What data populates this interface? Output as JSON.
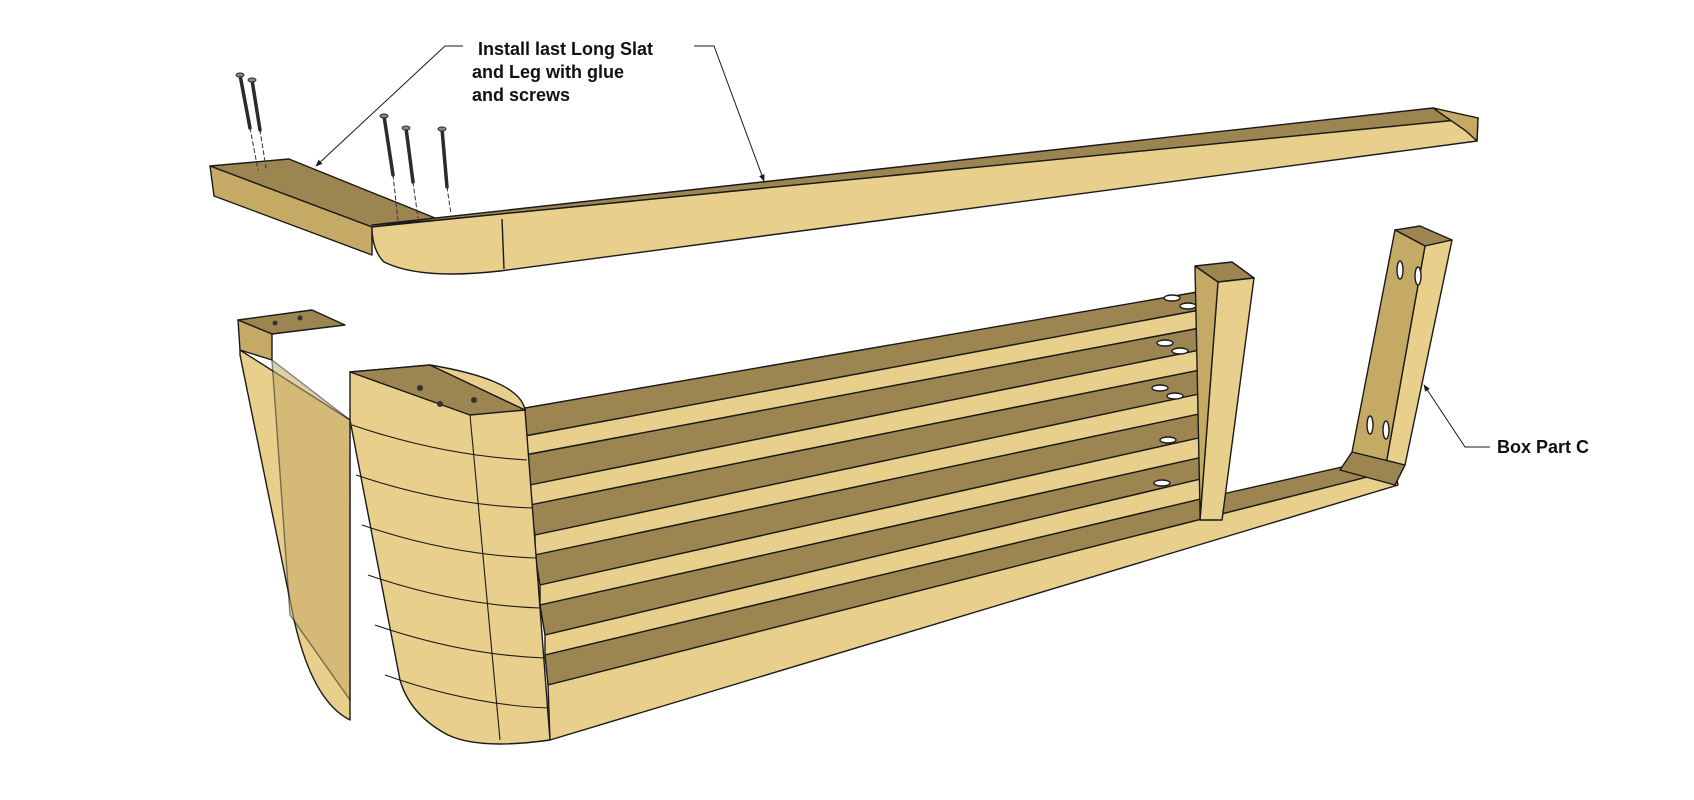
{
  "diagram": {
    "annotations": {
      "install_note": {
        "line1": "Install last Long Slat",
        "line2": "and Leg with glue",
        "line3": "and screws"
      },
      "box_part": {
        "label": "Box Part C"
      }
    },
    "colors": {
      "wood_top": "#9C8551",
      "wood_face": "#E9CF8C",
      "wood_end": "#C5AA66",
      "wood_dark": "#7E6A3E",
      "outline": "#1a1a1a",
      "screw": "#2b2b2b",
      "background": "#ffffff"
    }
  }
}
